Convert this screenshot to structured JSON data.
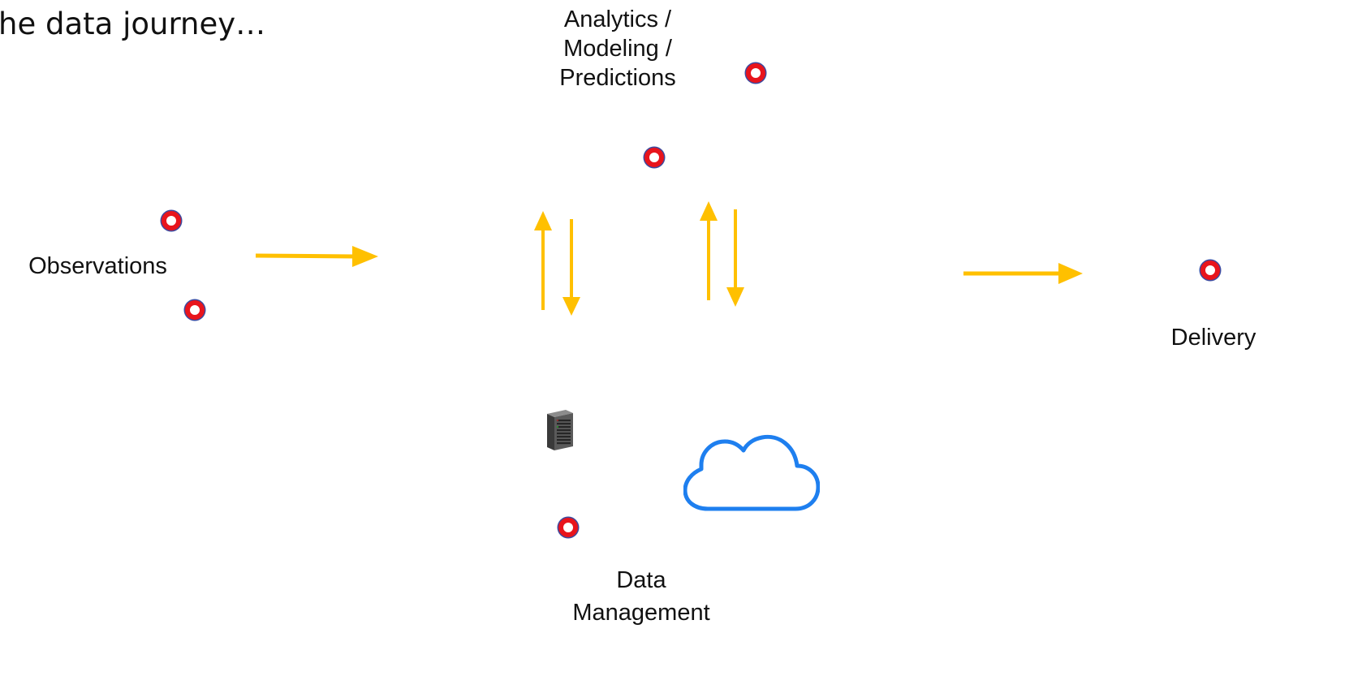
{
  "slide": {
    "title": "he data journey…"
  },
  "stages": {
    "analytics": "Analytics /\nModeling /\nPredictions",
    "observations": "Observations",
    "delivery": "Delivery",
    "data_management": "Data\nManagement"
  },
  "colors": {
    "arrow": "#FFC000",
    "marker_fill": "#E8141C",
    "marker_outline": "#3B4AA0",
    "cloud": "#1E7FEF"
  },
  "icons": {
    "server": "server-rack-icon",
    "cloud": "cloud-icon",
    "marker": "location-ring-icon"
  }
}
